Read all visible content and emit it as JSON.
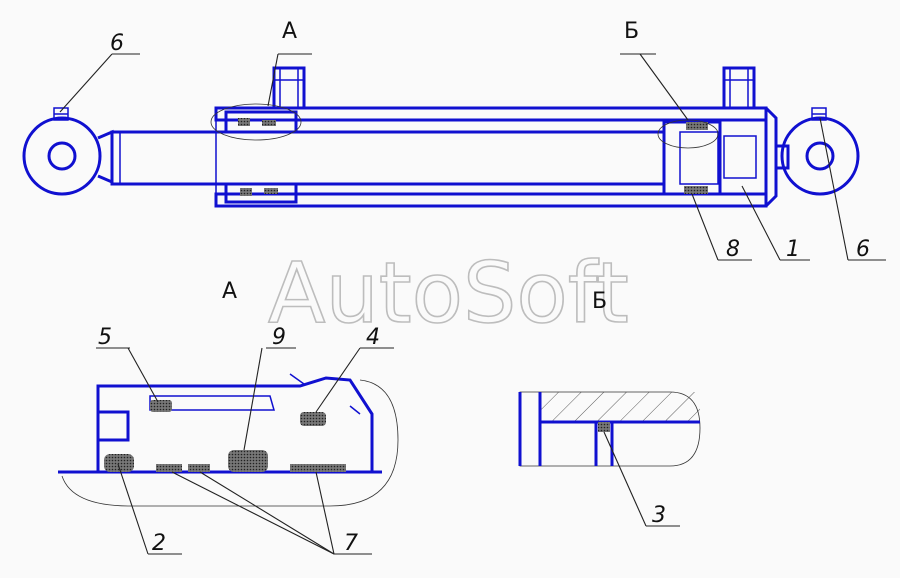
{
  "section_labels": {
    "a_top": "А",
    "b_top": "Б",
    "a_detail": "А",
    "b_detail": "Б"
  },
  "callouts": {
    "c1": "1",
    "c2": "2",
    "c3": "3",
    "c4": "4",
    "c5": "5",
    "c6_left": "6",
    "c6_right": "6",
    "c7": "7",
    "c8": "8",
    "c9": "9"
  },
  "watermark": "AutoSoft",
  "colors": {
    "outline": "#1010d0",
    "ink": "#111111",
    "hatch": "#333333",
    "seal": "#555555"
  }
}
